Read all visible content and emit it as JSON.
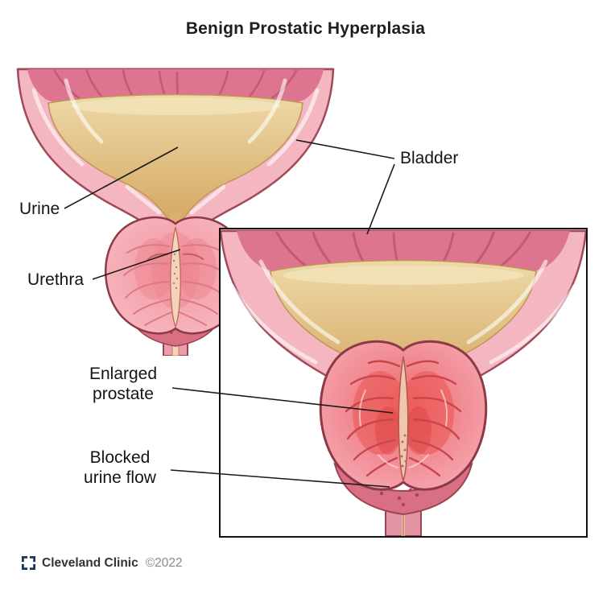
{
  "title": "Benign Prostatic Hyperplasia",
  "labels": {
    "bladder": "Bladder",
    "urine": "Urine",
    "urethra": "Urethra",
    "enlarged_prostate": "Enlarged prostate",
    "blocked_urine_flow": "Blocked urine flow"
  },
  "footer": {
    "brand": "Cleveland Clinic",
    "copyright": "©2022"
  },
  "colors": {
    "bladder_wall_pink": "#f4b6c1",
    "wall_outline": "#a04a5a",
    "bladder_folds_pink": "#dd7590",
    "urine_tan": "#ddb97e",
    "prostate_pink": "#f5a7ae",
    "enlarged_prostate_red": "#e94f4c",
    "urethra_channel_tan": "#f3d3ba",
    "leader_line": "#1a1a1a",
    "logo_navy": "#1b365d"
  },
  "illustrations": {
    "main": "bladder-urine-prostate-cross-section",
    "inset": "enlarged-prostate-blocked-urine-flow-cross-section"
  }
}
